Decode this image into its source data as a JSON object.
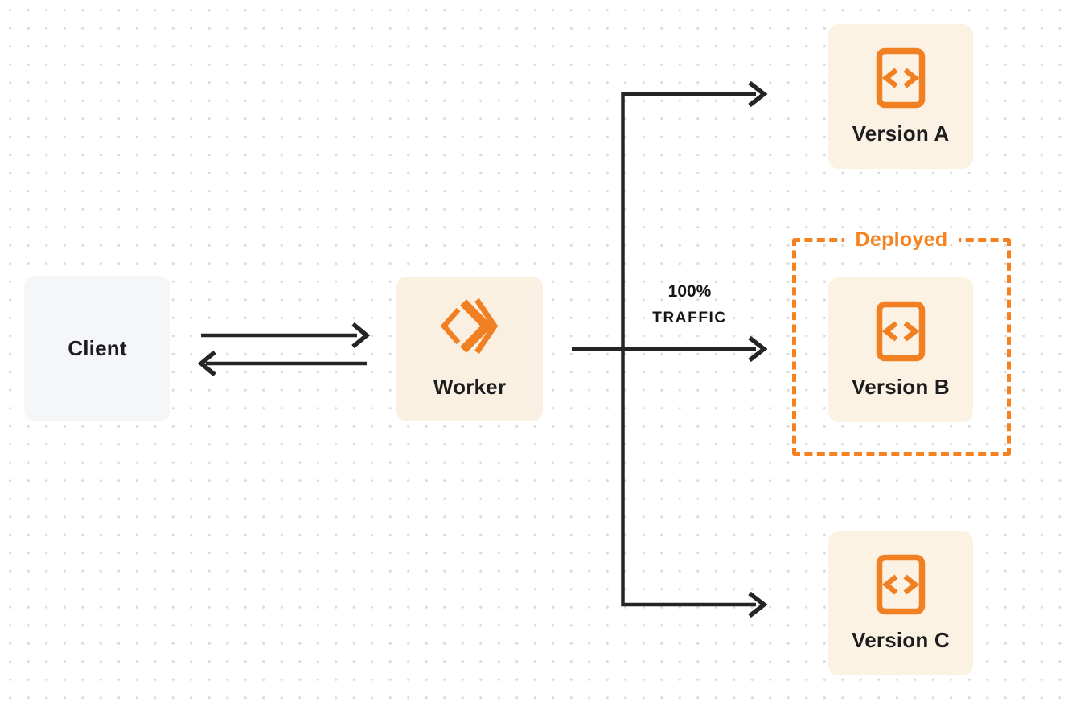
{
  "nodes": {
    "client": {
      "label": "Client"
    },
    "worker": {
      "label": "Worker"
    },
    "version_a": {
      "label": "Version A"
    },
    "version_b": {
      "label": "Version B"
    },
    "version_c": {
      "label": "Version C"
    }
  },
  "annotations": {
    "deployed": "Deployed",
    "traffic_percent": "100%",
    "traffic_word": "TRAFFIC"
  },
  "icons": {
    "worker": "workers-logo-icon",
    "version": "code-file-icon"
  },
  "colors": {
    "background": "#ffffff",
    "dot_grid": "#dcdcdc",
    "accent_orange": "#f6821f",
    "icon_orange": "#f18023",
    "version_box_fill": "#fcf2e4",
    "worker_box_fill": "#faf0e1",
    "client_box_fill": "#f5f6f7",
    "arrow_line": "#252525",
    "label_text": "#1d1d20"
  }
}
